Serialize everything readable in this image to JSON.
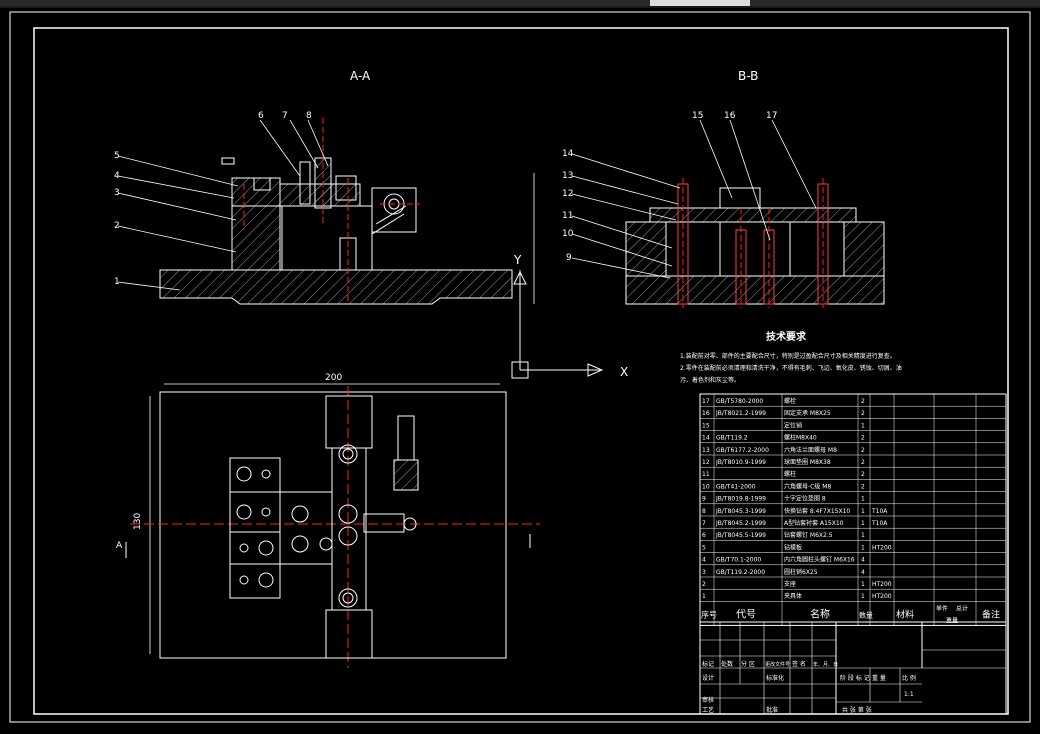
{
  "colors": {
    "line": "#ffffff",
    "center": "#ff2020",
    "hatch": "#c8c8c8",
    "bg": "#000000",
    "accent_yellow": "#e0e000"
  },
  "views": {
    "aa_title": "A-A",
    "bb_title": "B-B",
    "aa_balloons": [
      "1",
      "2",
      "3",
      "4",
      "5",
      "6",
      "7",
      "8"
    ],
    "bb_balloons": [
      "9",
      "10",
      "11",
      "12",
      "13",
      "14",
      "15",
      "16",
      "17"
    ],
    "plan_dim_width": "200",
    "plan_dim_height": "130",
    "section_mark_a": "A",
    "axis_y": "Y",
    "axis_x": "X"
  },
  "tech": {
    "title": "技术要求",
    "line1": "1.装配前对零、部件的主要配合尺寸，特别是过盈配合尺寸及相关精度进行复查。",
    "line2": "2.零件在装配前必须清理和清洗干净，不得有毛刺、飞边、氧化皮、锈蚀、切屑、油",
    "line3": "污、着色剂和灰尘等。"
  },
  "bom": {
    "rows": [
      {
        "no": "17",
        "code": "GB/T5780-2000",
        "name": "螺栓",
        "qty": "2",
        "mat": ""
      },
      {
        "no": "16",
        "code": "JB/T8021.2-1999",
        "name": "固定支承 M8X25",
        "qty": "2",
        "mat": ""
      },
      {
        "no": "15",
        "code": "",
        "name": "定位销",
        "qty": "1",
        "mat": ""
      },
      {
        "no": "14",
        "code": "GB/T119.2",
        "name": "螺柱M8X40",
        "qty": "2",
        "mat": ""
      },
      {
        "no": "13",
        "code": "GB/T6177.2-2000",
        "name": "六角法兰面螺母 M8",
        "qty": "2",
        "mat": ""
      },
      {
        "no": "12",
        "code": "JB/T8010.9-1999",
        "name": "球面垫圈 M8X38",
        "qty": "2",
        "mat": ""
      },
      {
        "no": "11",
        "code": "",
        "name": "螺柱",
        "qty": "2",
        "mat": ""
      },
      {
        "no": "10",
        "code": "GB/T41-2000",
        "name": "六角螺母-C级 M8",
        "qty": "2",
        "mat": ""
      },
      {
        "no": "9",
        "code": "JB/T8019.8-1999",
        "name": "十字定位垫圈 8",
        "qty": "1",
        "mat": ""
      },
      {
        "no": "8",
        "code": "JB/T8045.3-1999",
        "name": "快换钻套 8.4F7X15X10",
        "qty": "1",
        "mat": "T10A"
      },
      {
        "no": "7",
        "code": "JB/T8045.2-1999",
        "name": "A型钻套衬套 A15X10",
        "qty": "1",
        "mat": "T10A"
      },
      {
        "no": "6",
        "code": "JB/T8045.5-1999",
        "name": "钻套螺钉 M6X2.5",
        "qty": "1",
        "mat": ""
      },
      {
        "no": "5",
        "code": "",
        "name": "钻模板",
        "qty": "1",
        "mat": "HT200"
      },
      {
        "no": "4",
        "code": "GB/T70.1-2000",
        "name": "内六角圆柱头螺钉 M6X16",
        "qty": "4",
        "mat": ""
      },
      {
        "no": "3",
        "code": "GB/T119.2-2000",
        "name": "圆柱销6X25",
        "qty": "4",
        "mat": ""
      },
      {
        "no": "2",
        "code": "",
        "name": "支座",
        "qty": "1",
        "mat": "HT200"
      },
      {
        "no": "1",
        "code": "",
        "name": "夹具体",
        "qty": "1",
        "mat": "HT200"
      }
    ],
    "header": {
      "no": "序号",
      "code": "代号",
      "name": "名称",
      "qty": "数量",
      "mat": "材料",
      "single": "单件",
      "total": "总计",
      "weight": "重量",
      "remark": "备注"
    }
  },
  "titleblock": {
    "r1": [
      "标记",
      "处数",
      "分 区",
      "更改文件号",
      "签 名",
      "年、月、日"
    ],
    "design": "设计",
    "standard": "标准化",
    "stage": "阶 段 标 记",
    "weight": "重 量",
    "scale": "比 例",
    "scale_val": "1:1",
    "audit": "审核",
    "process": "工艺",
    "approve": "批准",
    "sheet": "共  张  第  张"
  }
}
